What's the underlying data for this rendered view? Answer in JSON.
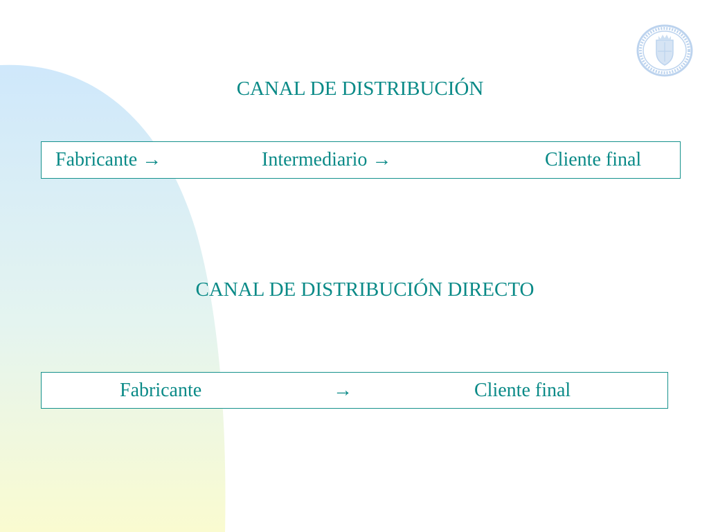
{
  "slide": {
    "title_top": "CANAL DE DISTRIBUCIÓN",
    "chain_indirect": {
      "step1": "Fabricante",
      "step2": "Intermediario",
      "step3": "Cliente final",
      "arrow": "→"
    },
    "title_direct": "CANAL DE DISTRIBUCIÓN DIRECTO",
    "chain_direct": {
      "step1": "Fabricante",
      "step2": "Cliente final",
      "arrow": "→"
    }
  },
  "colors": {
    "text": "#0a8a87",
    "border": "#15918c",
    "gradient_top": "#cfe8fb",
    "gradient_bottom": "#fafbd0",
    "seal": "#bcd3ee"
  },
  "icons": {
    "seal": "university-seal-emblem",
    "arrow": "right-arrow-icon"
  }
}
